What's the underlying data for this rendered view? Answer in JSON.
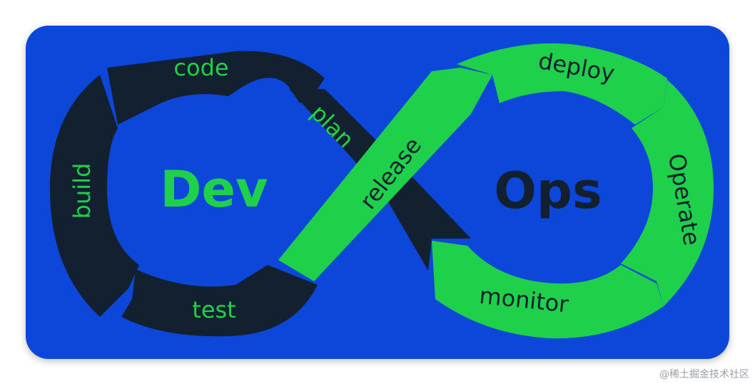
{
  "colors": {
    "background": "#0a47d9",
    "dark": "#12202f",
    "green": "#1fd14a",
    "page": "#ffffff",
    "watermark_text": "#9aa0a6"
  },
  "diagram": {
    "dev_title": "Dev",
    "ops_title": "Ops",
    "labels": {
      "code": "code",
      "plan": "plan",
      "build": "build",
      "test": "test",
      "release": "release",
      "deploy": "deploy",
      "operate": "Operate",
      "monitor": "monitor"
    }
  },
  "watermark": {
    "credit": "@稀土掘金技术社区"
  }
}
